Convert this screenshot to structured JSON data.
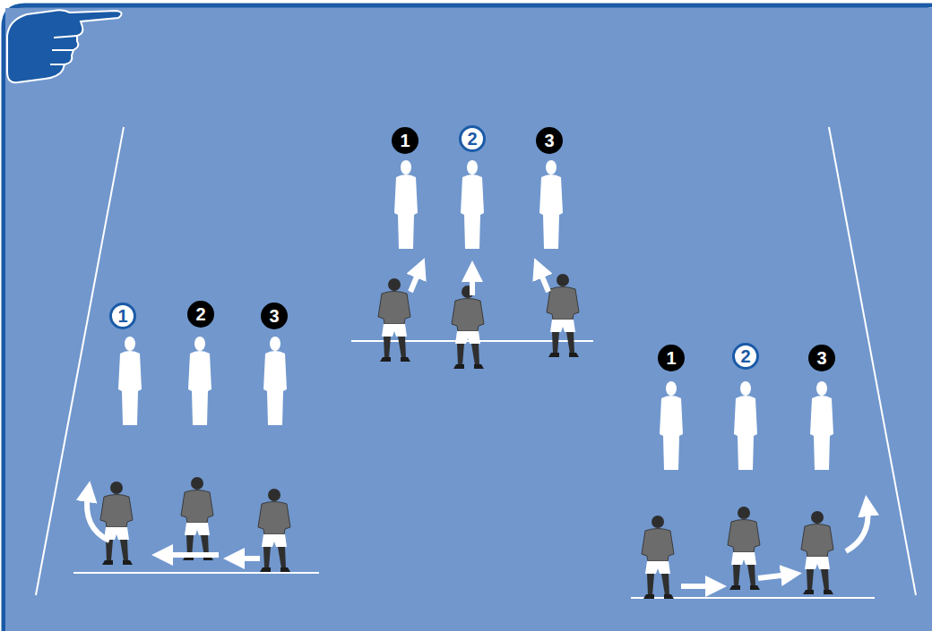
{
  "diagram": {
    "nodes": [
      {
        "text": [
          "1"
        ]
      },
      {
        "text": [
          "2"
        ]
      },
      {
        "text": [
          "3"
        ]
      },
      {
        "text": [
          "1"
        ]
      },
      {
        "text": [
          "2"
        ]
      },
      {
        "text": [
          "3"
        ]
      },
      {
        "text": [
          "1"
        ]
      },
      {
        "text": [
          "2"
        ]
      },
      {
        "text": [
          "3"
        ]
      }
    ]
  }
}
